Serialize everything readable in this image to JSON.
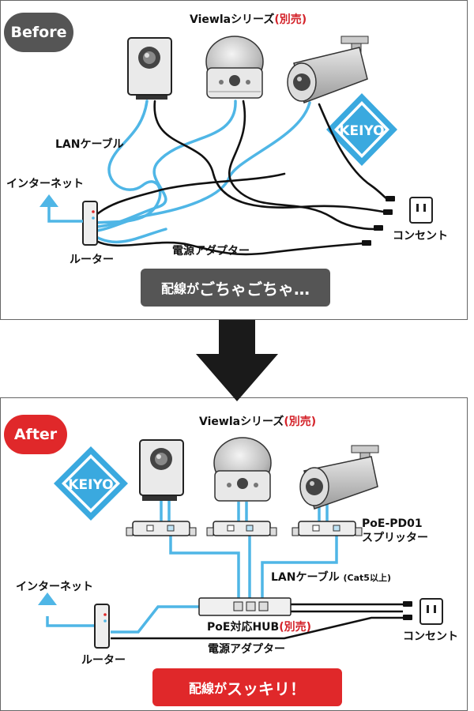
{
  "before": {
    "badge": "Before",
    "series_title": "Viewlaシリーズ",
    "series_note": "(別売)",
    "lan_cable": "LANケーブル",
    "internet": "インターネット",
    "router": "ルーター",
    "power_adapter": "電源アダプター",
    "outlet": "コンセント",
    "caption_a": "配線が",
    "caption_b": "ごちゃごちゃ…",
    "logo": "KEIYO"
  },
  "after": {
    "badge": "After",
    "series_title": "Viewlaシリーズ",
    "series_note": "(別売)",
    "splitter_model": "PoE-PD01",
    "splitter_name": "スプリッター",
    "lan_cable": "LANケーブル",
    "lan_cable_note": "(Cat5以上)",
    "internet": "インターネット",
    "router": "ルーター",
    "hub": "PoE対応HUB",
    "hub_note": "(別売)",
    "power_adapter": "電源アダプター",
    "outlet": "コンセント",
    "caption_a": "配線が",
    "caption_b": "スッキリ！",
    "logo": "KEIYO"
  },
  "colors": {
    "cable_blue": "#4fb6e6",
    "power_black": "#111111",
    "before_gray": "#555555",
    "after_red": "#e0282a",
    "logo_blue": "#3aa9df",
    "note_red": "#d4232a"
  }
}
